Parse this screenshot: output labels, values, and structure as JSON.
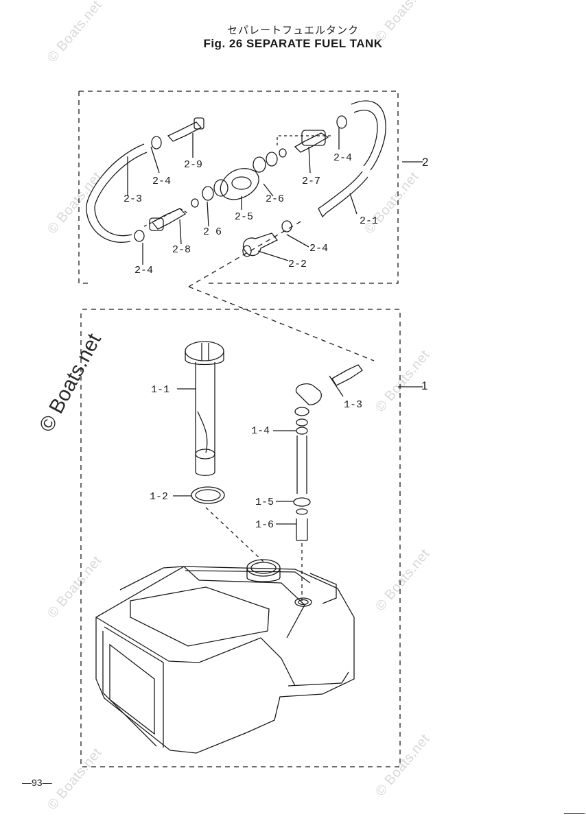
{
  "figure": {
    "title_jp": "セパレートフュエルタンク",
    "title_en": "Fig. 26   SEPARATE FUEL TANK"
  },
  "page_number": "—93—",
  "watermark": {
    "text": "© Boats.net",
    "main_text": "© Boats.net"
  },
  "callouts": {
    "assembly_1": "1",
    "assembly_2": "2",
    "p1_1": "1-1",
    "p1_2": "1-2",
    "p1_3": "1-3",
    "p1_4": "1-4",
    "p1_5": "1-5",
    "p1_6": "1-6",
    "p2_1": "2-1",
    "p2_2": "2-2",
    "p2_3": "2-3",
    "p2_4_a": "2-4",
    "p2_4_b": "2-4",
    "p2_4_c": "2-4",
    "p2_4_d": "2-4",
    "p2_5": "2-5",
    "p2_6_a": "2-6",
    "p2_6_b": "2 6",
    "p2_7": "2-7",
    "p2_8": "2-8",
    "p2_9": "2-9"
  },
  "colors": {
    "line": "#1a1a1a",
    "watermark": "#d8d8d8"
  }
}
